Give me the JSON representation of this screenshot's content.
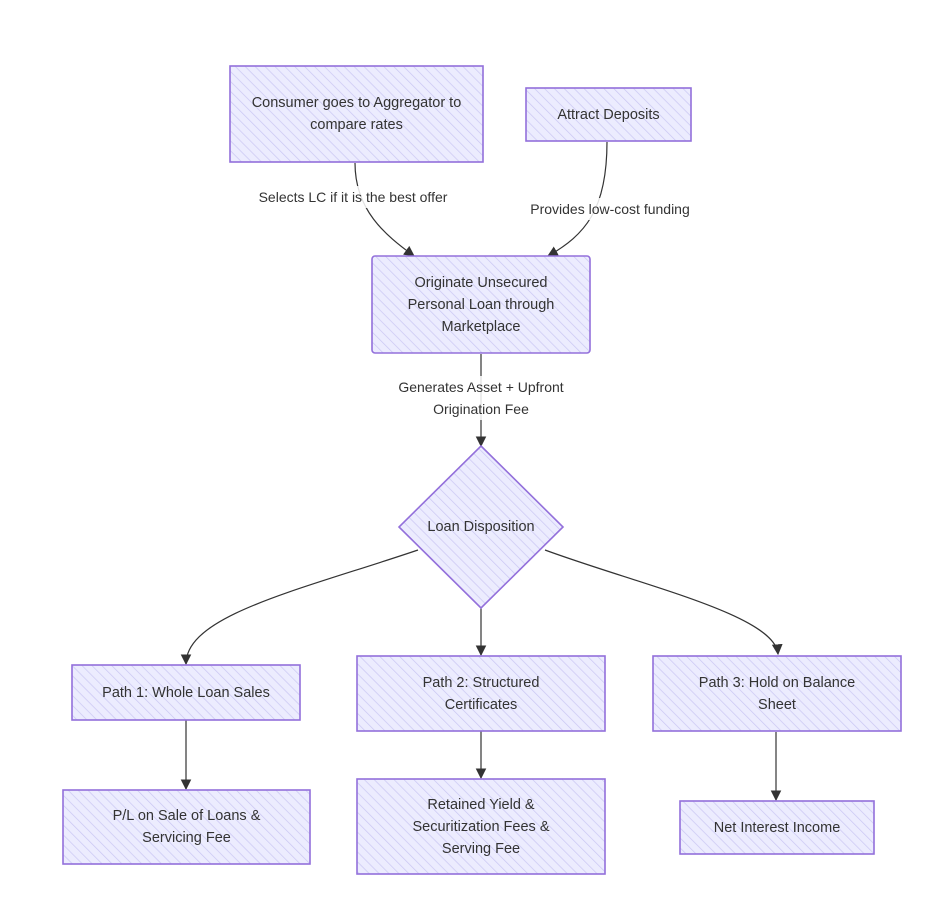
{
  "colors": {
    "node_fill": "#ececfe",
    "node_stroke": "#9370db",
    "hatch": "#c9c6f3",
    "edge": "#333333",
    "text": "#333333"
  },
  "nodes": {
    "consumer": "Consumer goes to Aggregator to compare rates",
    "deposits": "Attract Deposits",
    "originate": "Originate Unsecured Personal Loan through Marketplace",
    "disposition": "Loan Disposition",
    "path1": "Path 1: Whole Loan Sales",
    "path2": "Path 2: Structured Certificates",
    "path3": "Path 3: Hold on Balance Sheet",
    "result1": "P/L on Sale of Loans & Servicing Fee",
    "result2": "Retained Yield & Securitization Fees & Serving Fee",
    "result3": "Net Interest Income"
  },
  "edges": {
    "consumer_to_originate": "Selects LC if it is the best offer",
    "deposits_to_originate": "Provides low-cost funding",
    "originate_to_disposition": "Generates Asset + Upfront Origination Fee"
  }
}
